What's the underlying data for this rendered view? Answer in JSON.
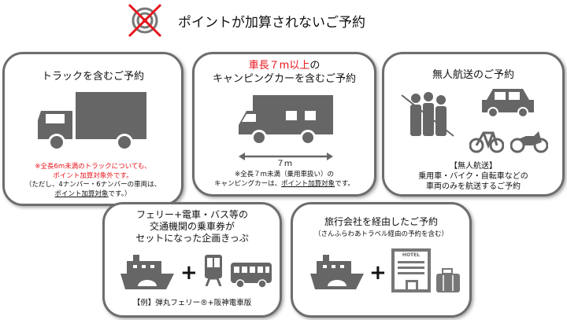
{
  "header": {
    "title": "ポイントが加算されないご予約",
    "icon": "no-points-icon"
  },
  "cards": [
    {
      "title": "トラックを含むご予約",
      "note_red1": "※全長6m未満のトラックについても、",
      "note_red2": "ポイント加算対象外です。",
      "note_3": "（ただし、4ナンバー・6ナンバーの車両は、",
      "note_4_u": "ポイント加算対象",
      "note_4_rest": "です。）"
    },
    {
      "title_red": "車長７m以上",
      "title_rest": "の",
      "title2": "キャンピングカーを含むご予約",
      "length_label": "７ｍ",
      "note_1": "※全長７m未満（乗用車扱い）の",
      "note_2a": "キャンピングカーは、",
      "note_2u": "ポイント加算対象",
      "note_2b": "です。"
    },
    {
      "title": "無人航送のご予約",
      "note_1": "【無人航送】",
      "note_2": "乗用車・バイク・自転車などの",
      "note_3": "車両のみを航送するご予約"
    },
    {
      "title1": "フェリー+電車・バス等の",
      "title2": "交通機関の乗車券が",
      "title3": "セットになった企画きっぷ",
      "plus": "+",
      "example": "【例】弾丸フェリー®+阪神電車版"
    },
    {
      "title": "旅行会社を経由したご予約",
      "subtitle": "（さんふらわあトラベル経由の予約を含む）",
      "plus": "+",
      "hotel_sign": "HOTEL"
    }
  ],
  "colors": {
    "icon": "#666666",
    "accent": "#e8141c",
    "border": "#6d6d6d"
  }
}
